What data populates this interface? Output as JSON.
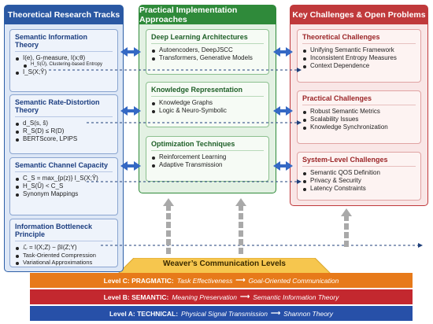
{
  "columns": {
    "left": {
      "title": "Theoretical Research Tracks"
    },
    "mid": {
      "title": "Practical Implementation Approaches"
    },
    "right": {
      "title": "Key Challenges & Open Problems"
    }
  },
  "left_boxes": [
    {
      "title": "Semantic Information Theory",
      "items": [
        "I(e), G-measure, I(x;θ)",
        "H_S(Ũ), Clustering-based Entropy",
        "I_S(X;Ŷ)"
      ]
    },
    {
      "title": "Semantic Rate-Distortion Theory",
      "items": [
        "d_S(s, ŝ)",
        "R_S(D) ≤ R(D)",
        "BERTScore, LPIPS"
      ]
    },
    {
      "title": "Semantic Channel Capacity",
      "items": [
        "C_S = max_{p(z)} I_S(X;Ŷ)",
        "H_S(Ũ) < C_S",
        "Synonym Mappings"
      ]
    },
    {
      "title": "Information Bottleneck Principle",
      "items": [
        "ℒ = I(X;Z) − βI(Z;Y)",
        "Task-Oriented Compression",
        "Variational Approximations"
      ]
    }
  ],
  "mid_boxes": [
    {
      "title": "Deep Learning Architectures",
      "items": [
        "Autoencoders, DeepJSCC",
        "Transformers, Generative Models"
      ]
    },
    {
      "title": "Knowledge Representation",
      "items": [
        "Knowledge Graphs",
        "Logic & Neuro-Symbolic"
      ]
    },
    {
      "title": "Optimization Techniques",
      "items": [
        "Reinforcement Learning",
        "Adaptive Transmission"
      ]
    }
  ],
  "right_boxes": [
    {
      "title": "Theoretical Challenges",
      "items": [
        "Unifying Semantic Framework",
        "Inconsistent Entropy Measures",
        "Context Dependence"
      ]
    },
    {
      "title": "Practical Challenges",
      "items": [
        "Robust Semantic Metrics",
        "Scalability Issues",
        "Knowledge Synchronization"
      ]
    },
    {
      "title": "System-Level Challenges",
      "items": [
        "Semantic QOS Definition",
        "Privacy & Security",
        "Latency Constraints"
      ]
    }
  ],
  "weaver": {
    "title": "Weaver’s Communication Levels",
    "levels": [
      {
        "label": "Level C: PRAGMATIC:",
        "from": "Task Effectiveness",
        "to": "Goal-Oriented Communication"
      },
      {
        "label": "Level B: SEMANTIC:",
        "from": "Meaning Preservation",
        "to": "Semantic Information Theory"
      },
      {
        "label": "Level A: TECHNICAL:",
        "from": "Physical Signal Transmission",
        "to": "Shannon Theory"
      }
    ],
    "arrow": "⟶"
  },
  "colors": {
    "theory_blue": "#2a58a3",
    "practice_green": "#2f8a3a",
    "challenge_red": "#c0393b",
    "pragmatic_orange": "#e77a1a",
    "semantic_red": "#c3282f",
    "technical_blue": "#2750a8",
    "weaver_gold": "#f6c64e"
  }
}
